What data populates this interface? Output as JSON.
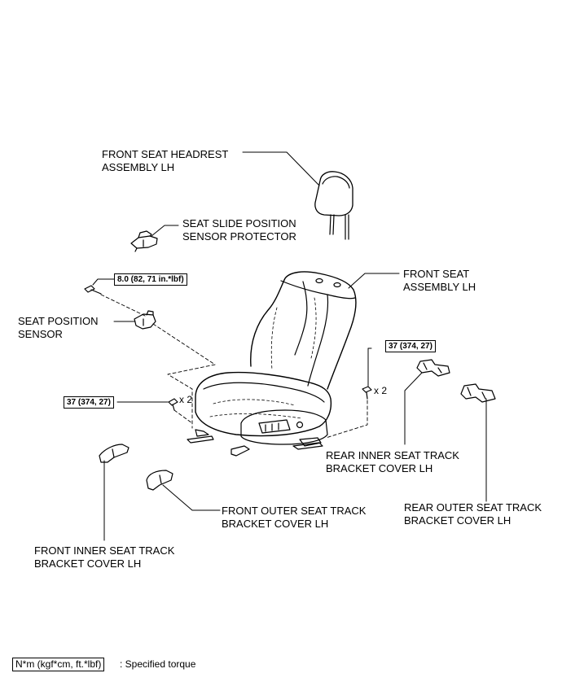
{
  "labels": {
    "headrest": [
      "FRONT SEAT HEADREST",
      "ASSEMBLY LH"
    ],
    "slide_protector": [
      "SEAT SLIDE POSITION",
      "SENSOR PROTECTOR"
    ],
    "seat_assembly": [
      "FRONT SEAT",
      "ASSEMBLY LH"
    ],
    "position_sensor": [
      "SEAT POSITION",
      "SENSOR"
    ],
    "rear_inner_cover": [
      "REAR INNER SEAT TRACK",
      "BRACKET COVER LH"
    ],
    "rear_outer_cover": [
      "REAR OUTER SEAT TRACK",
      "BRACKET COVER LH"
    ],
    "front_outer_cover": [
      "FRONT OUTER SEAT TRACK",
      "BRACKET COVER LH"
    ],
    "front_inner_cover": [
      "FRONT INNER SEAT TRACK",
      "BRACKET COVER LH"
    ]
  },
  "torques": {
    "sensor_bolt": "8.0 (82, 71 in.*lbf)",
    "front_bolts": "37 (374, 27)",
    "rear_bolts": "37 (374, 27)"
  },
  "quantities": {
    "front_bolts": "x 2",
    "rear_bolts": "x 2"
  },
  "legend": {
    "box": "N*m (kgf*cm, ft.*lbf)",
    "text": ": Specified torque"
  }
}
